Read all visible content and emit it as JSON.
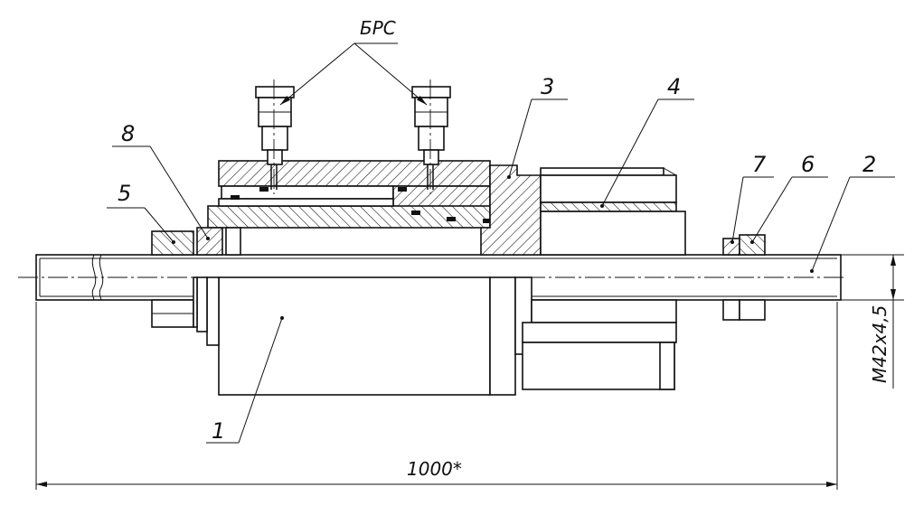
{
  "drawing": {
    "sensor_label": "БРС",
    "part_numbers": [
      "1",
      "2",
      "3",
      "4",
      "5",
      "6",
      "7",
      "8"
    ],
    "thread_dimension": "M42x4,5",
    "length_dimension": "1000*"
  }
}
